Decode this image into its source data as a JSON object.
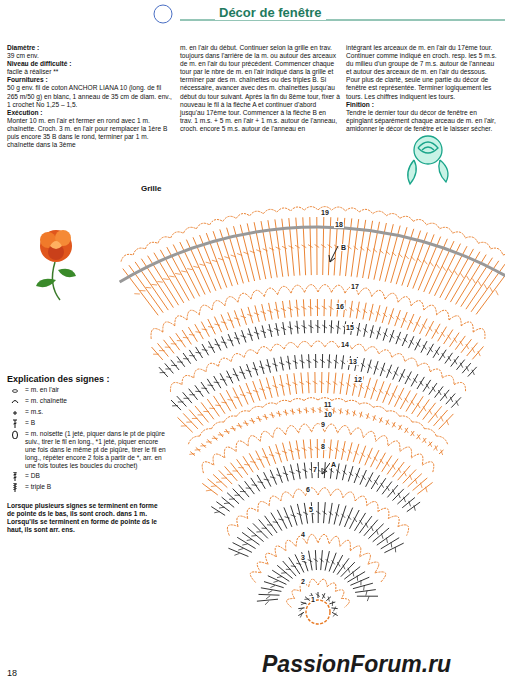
{
  "diagram": {
    "title": "Décor de fenêtre",
    "labels": [
      "Diamètre :",
      "39 cm env.",
      "Niveau de difficulté :",
      "facile à réaliser **",
      "Fournitures :",
      "50 g env. fil de coton ANCHOR LIANA 10 (long. de fil 265 m/50 g) en blanc, 1 anneau de 35 cm de diam. env., 1 crochet No 1,25 – 1,5.",
      "Exécution :",
      "Monter 10 m. en l'air et fermer en rond avec 1 m. chaînette. Croch. 3 m. en l'air pour remplacer la 1ère B puis encore 35 B dans le rond, terminer par 1 m. chaînette dans la 3ème",
      "m. en l'air du début. Continuer selon la grille en trav. toujours dans l'arrière de la m. ou autour des arceaux de m. en l'air du tour précédent. Commencer chaque tour par le nbre de m. en l'air indiqué dans la grille et terminer par des m. chaînettes ou des triples B. Si nécessaire, avancer avec des m. chaînettes jusqu'au début du tour suivant. Après la fin du 8ème tour, fixer à nouveau le fil à la flèche A et continuer d'abord jusqu'au 17ème tour. Commencer à la flèche B en trav. 1 m.s. + 5 m. en l'air + 1 m.s. autour de l'anneau, croch. encore 5 m.s. autour de l'anneau en",
      "intégrant les arceaux de m. en l'air du 17ème tour. Continuer comme indiqué en croch. resp. les 5 m.s. du milieu d'un groupe de 7 m.s. autour de l'anneau et autour des arceaux de m. en l'air du dessous. Pour plus de clarté, seule une partie du décor de fenêtre est représentée. Terminer logiquement les tours. Les chiffres indiquent les tours.",
      "Finition :",
      "Tendre le dernier tour du décor de fenêtre en épinglant séparément chaque arceau de m. en l'air, amidonner le décor de fenêtre et le laisser sécher.",
      "Grille",
      "Explication des signes :",
      "Lorsque plusieurs signes se terminent en forme de pointe ds le bas, ils sont croch. dans 1 m. Lorsqu'ils se terminent en forme de pointe ds le haut, ils sont arr. ens.",
      "1",
      "2",
      "3",
      "4",
      "5",
      "6",
      "7",
      "8",
      "9",
      "10",
      "11",
      "12",
      "13",
      "14",
      "15",
      "16",
      "17",
      "18",
      "19",
      "A",
      "B",
      "18",
      "PassionForum.ru"
    ],
    "legend": [
      {
        "text": "= m. en l'air"
      },
      {
        "text": "= m. chaînette"
      },
      {
        "text": "= m.s."
      },
      {
        "text": "= B"
      },
      {
        "text": "= m. noisette (1 jeté, piquer dans le pt de piqûre suiv., tirer le fil en long., *1 jeté, piquer encore une fois dans le même pt de piqûre, tirer le fil en long., répéter encore 2 fois à partir de *, arr. en une fois toutes les boucles du crochet)"
      },
      {
        "text": "= DB"
      },
      {
        "text": "= triple B"
      }
    ]
  }
}
